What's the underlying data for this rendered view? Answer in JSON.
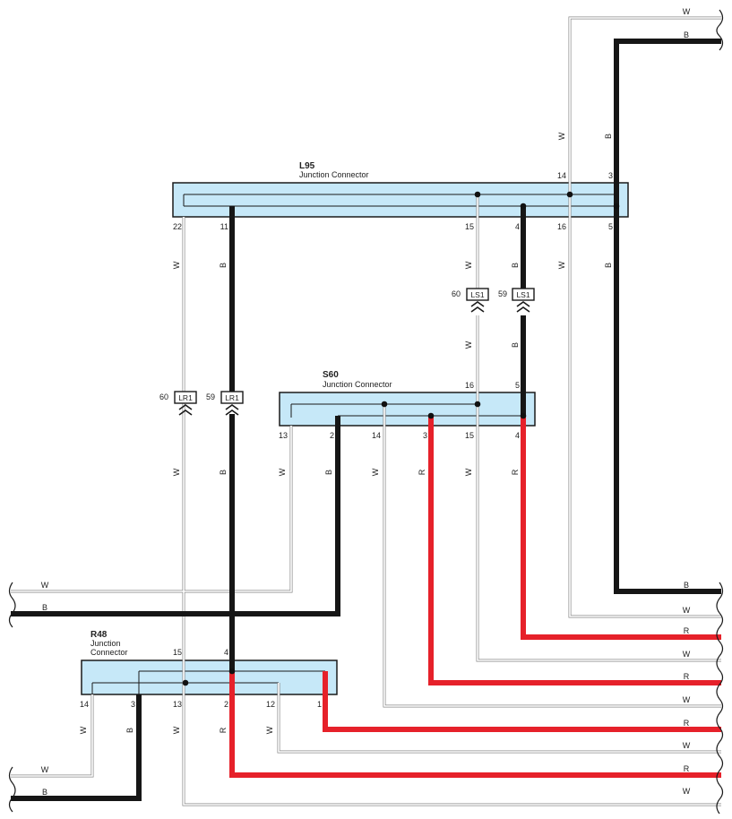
{
  "colors": {
    "wire_white": "#ffffff",
    "wire_white_outline": "#8a8a8a",
    "wire_black": "#161616",
    "wire_red": "#e6212a",
    "connector_fill": "#c6e8f8"
  },
  "connectors": {
    "l95": {
      "id": "L95",
      "name": "Junction Connector"
    },
    "s60": {
      "id": "S60",
      "name": "Junction Connector"
    },
    "r48": {
      "id": "R48",
      "name_line1": "Junction",
      "name_line2": "Connector"
    }
  },
  "inline_connectors": {
    "lr1_w": {
      "code": "LR1",
      "pin": "60"
    },
    "lr1_b": {
      "code": "LR1",
      "pin": "59"
    },
    "ls1_w": {
      "code": "LS1",
      "pin": "60"
    },
    "ls1_b": {
      "code": "LS1",
      "pin": "59"
    }
  },
  "pins": {
    "l95": {
      "p14": "14",
      "p3": "3",
      "p22": "22",
      "p11": "11",
      "p15": "15",
      "p4": "4",
      "p16": "16",
      "p5": "5"
    },
    "s60": {
      "p16": "16",
      "p5": "5",
      "p13": "13",
      "p2": "2",
      "p14": "14",
      "p3": "3",
      "p15": "15",
      "p4": "4"
    },
    "r48": {
      "p15": "15",
      "p4": "4",
      "p14": "14",
      "p3": "3",
      "p13": "13",
      "p2": "2",
      "p12": "12",
      "p1": "1"
    }
  },
  "wire_color_codes": {
    "white": "W",
    "black": "B",
    "red": "R"
  },
  "right_edge_labels": [
    "W",
    "B",
    "B",
    "W",
    "R",
    "W",
    "R",
    "W",
    "R",
    "W",
    "R",
    "W"
  ],
  "left_edge_labels": [
    "W",
    "B",
    "W",
    "B"
  ]
}
